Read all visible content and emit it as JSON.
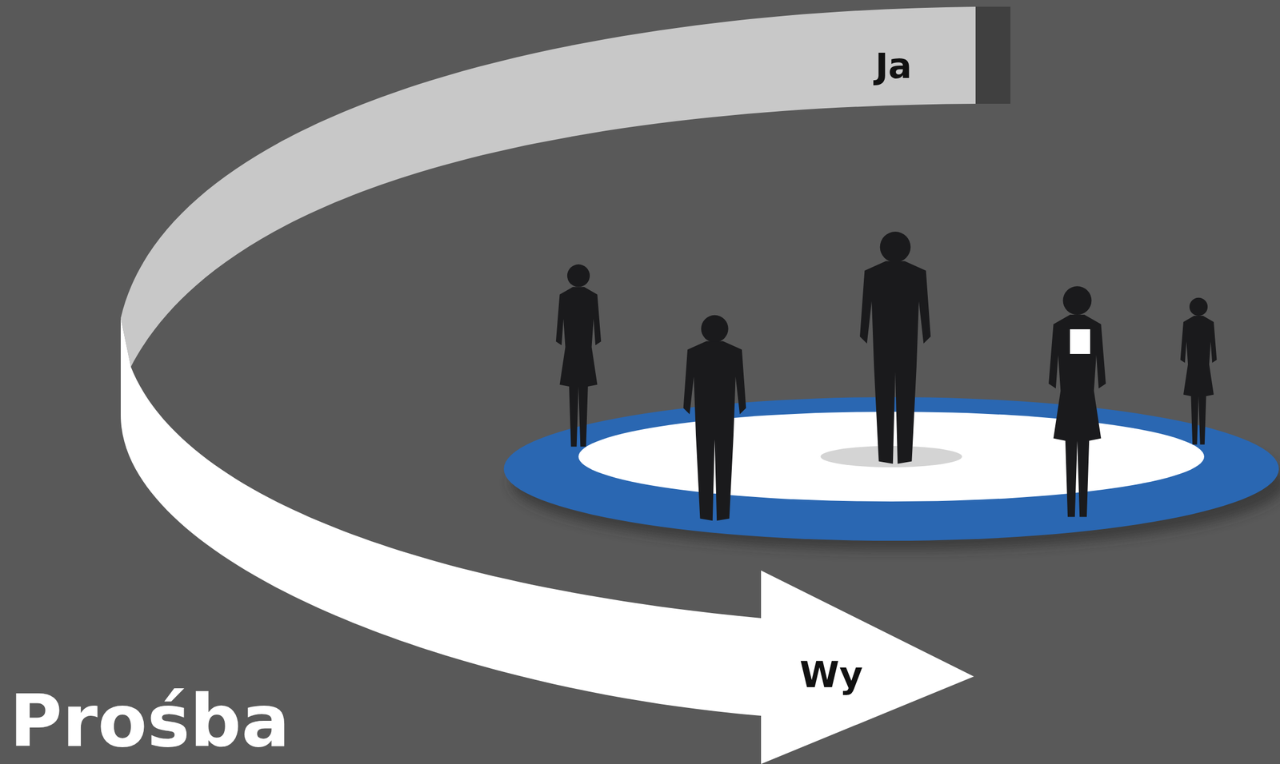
{
  "diagram": {
    "title": "Prośba",
    "labels": [
      "Ja",
      "Wy"
    ]
  }
}
